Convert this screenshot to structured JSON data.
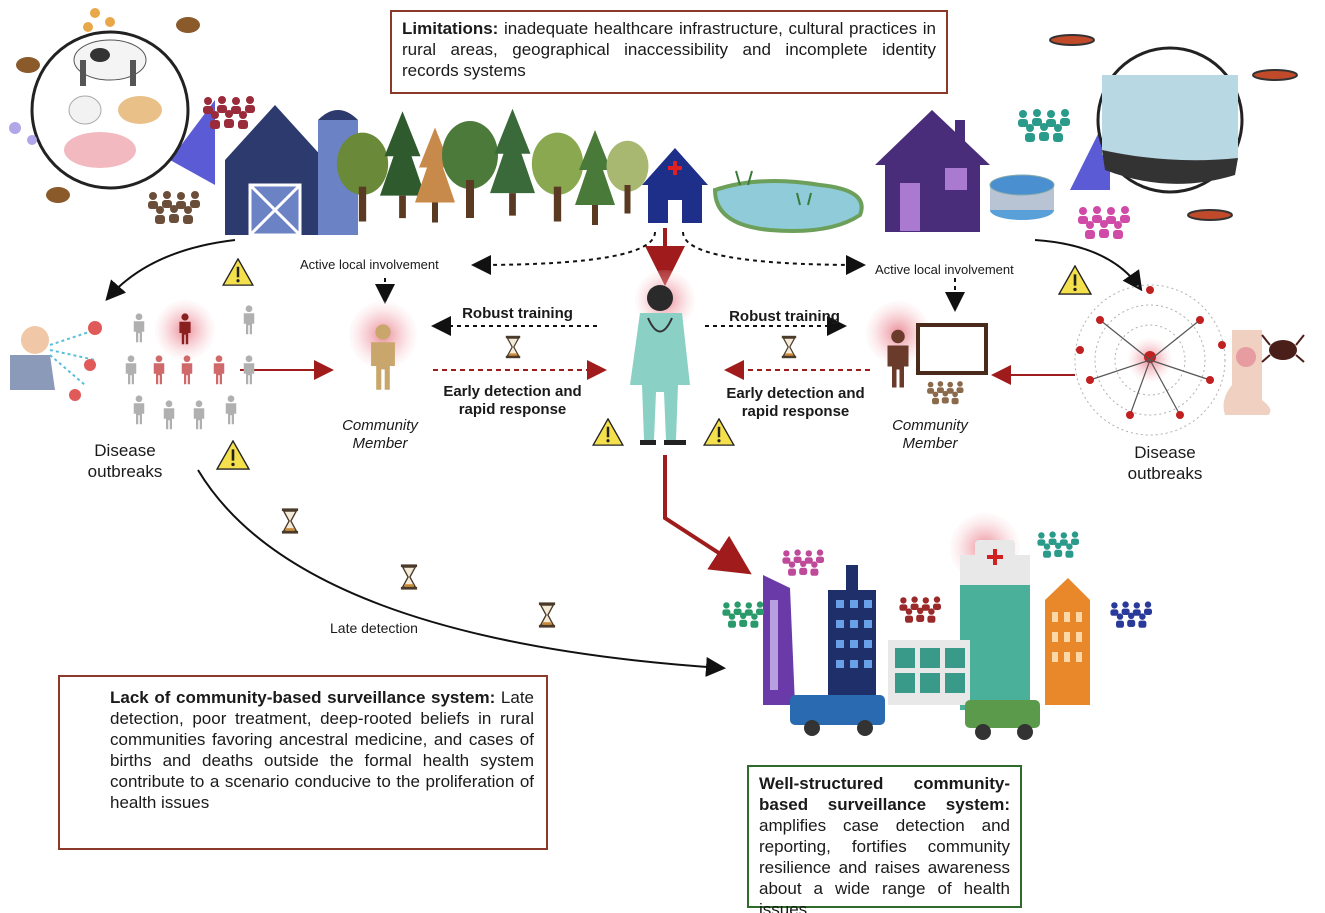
{
  "limitations": {
    "heading": "Limitations:",
    "body": "inadequate healthcare infrastructure, cultural practices in rural areas, geographical inaccessibility and incomplete identity records systems"
  },
  "left": {
    "involvement": "Active local involvement",
    "training": "Robust training",
    "early_line1": "Early detection and",
    "early_line2": "rapid response",
    "member_line1": "Community",
    "member_line2": "Member",
    "outbreak_line1": "Disease",
    "outbreak_line2": "outbreaks",
    "late": "Late detection"
  },
  "right": {
    "involvement": "Active local involvement",
    "training": "Robust training",
    "early_line1": "Early detection and",
    "early_line2": "rapid response",
    "member_line1": "Community",
    "member_line2": "Member",
    "outbreak_line1": "Disease",
    "outbreak_line2": "outbreaks"
  },
  "lack_box": {
    "heading": "Lack of community-based surveillance system:",
    "body": "Late detection, poor treatment, deep-rooted beliefs in rural communities favoring ancestral medicine, and cases of births and deaths outside the formal health system contribute to a scenario conducive to the proliferation of health issues"
  },
  "well_box": {
    "heading": "Well-structured community-based surveillance system:",
    "body": "amplifies case detection and reporting, fortifies community resilience and raises awareness about a wide range of health issues"
  },
  "colors": {
    "red_box_border": "#8b3a2a",
    "green_box_border": "#2f6b2a",
    "arrow_red": "#a01b1b",
    "navy": "#2d3a6e",
    "purple": "#4a2d7a",
    "warning_yellow": "#f4e04d"
  }
}
